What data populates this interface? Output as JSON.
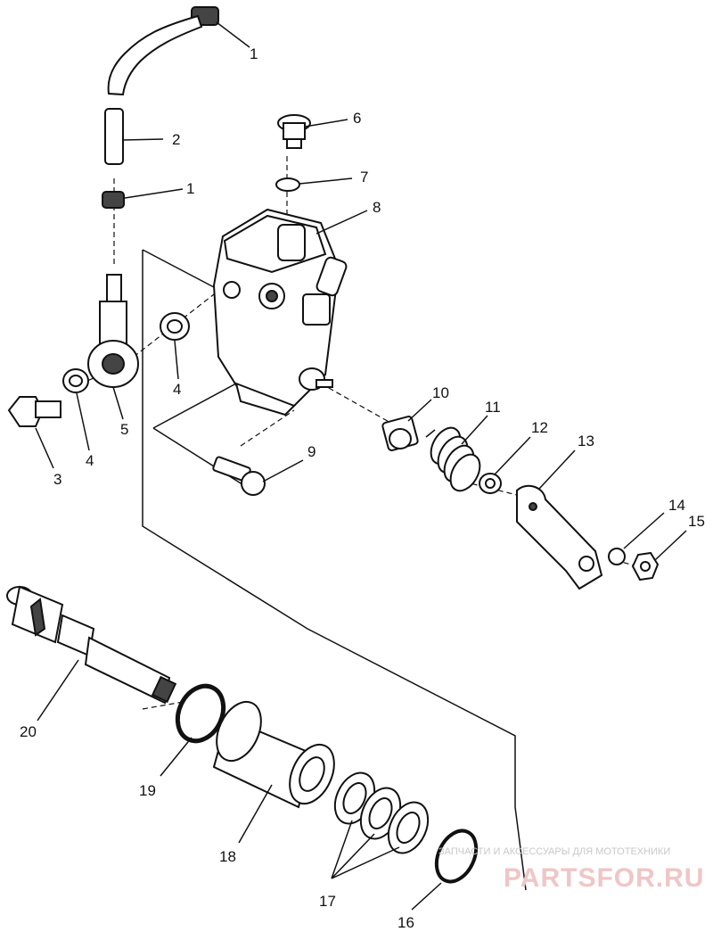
{
  "parts": [
    {
      "id": "callout-1-top",
      "text": "1"
    },
    {
      "id": "callout-2",
      "text": "2"
    },
    {
      "id": "callout-1-mid",
      "text": "1"
    },
    {
      "id": "callout-6",
      "text": "6"
    },
    {
      "id": "callout-7",
      "text": "7"
    },
    {
      "id": "callout-8",
      "text": "8"
    },
    {
      "id": "callout-4-washer",
      "text": "4"
    },
    {
      "id": "callout-3",
      "text": "3"
    },
    {
      "id": "callout-4-low",
      "text": "4"
    },
    {
      "id": "callout-5",
      "text": "5"
    },
    {
      "id": "callout-9",
      "text": "9"
    },
    {
      "id": "callout-10",
      "text": "10"
    },
    {
      "id": "callout-11",
      "text": "11"
    },
    {
      "id": "callout-12",
      "text": "12"
    },
    {
      "id": "callout-13",
      "text": "13"
    },
    {
      "id": "callout-14",
      "text": "14"
    },
    {
      "id": "callout-15",
      "text": "15"
    },
    {
      "id": "callout-20",
      "text": "20"
    },
    {
      "id": "callout-19",
      "text": "19"
    },
    {
      "id": "callout-18",
      "text": "18"
    },
    {
      "id": "callout-17",
      "text": "17"
    },
    {
      "id": "callout-16",
      "text": "16"
    }
  ],
  "watermark": {
    "line1": "ЗАПЧАСТИ И АКСЕССУАРЫ ДЛЯ МОТОТЕХНИКИ",
    "line2": "PARTSFOR.RU"
  }
}
